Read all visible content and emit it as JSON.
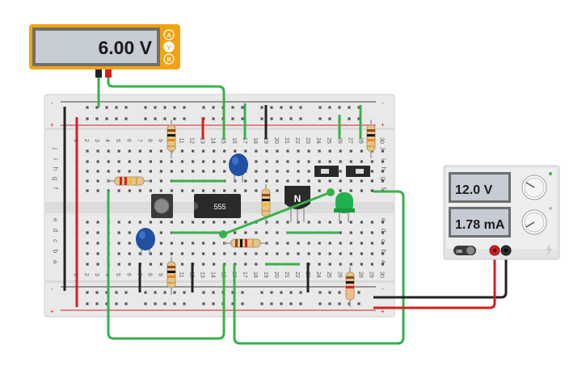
{
  "multimeter": {
    "reading": "6.00 V",
    "mode_buttons": [
      "A",
      "V",
      "R"
    ]
  },
  "power_supply": {
    "voltage": "12.0 V",
    "current": "1.78 mA",
    "switch_label": "ON"
  },
  "chips": {
    "timer_label": "555",
    "transistor_label": "N"
  },
  "breadboard": {
    "column_numbers": [
      "1",
      "2",
      "3",
      "4",
      "5",
      "6",
      "7",
      "8",
      "9",
      "10",
      "11",
      "12",
      "13",
      "14",
      "15",
      "16",
      "17",
      "18",
      "19",
      "20",
      "21",
      "22",
      "23",
      "24",
      "25",
      "26",
      "27",
      "28",
      "29",
      "30"
    ],
    "top_rows": [
      "j",
      "i",
      "h",
      "g",
      "f"
    ],
    "bottom_rows": [
      "e",
      "d",
      "c",
      "b",
      "a"
    ],
    "rail_plus": "+",
    "rail_minus": "-"
  },
  "colors": {
    "meter_frame": "#f2a30f",
    "wire_green": "#3ab04a",
    "wire_red": "#d42020",
    "wire_black": "#222222",
    "led_green": "#22b14c",
    "capacitor_blue": "#2050a0"
  }
}
